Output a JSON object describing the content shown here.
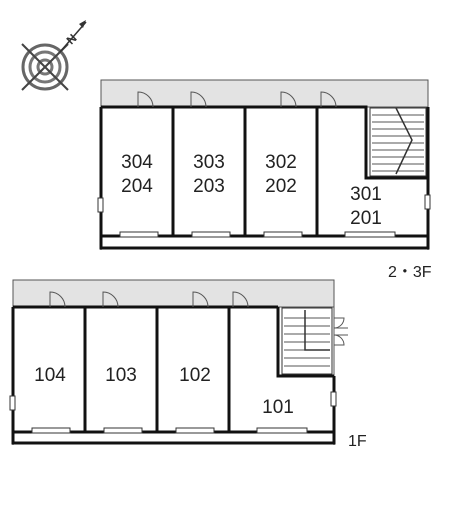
{
  "compass": {
    "letter": "N",
    "icon": "north-arrow-icon"
  },
  "upper_floor": {
    "label": "2・3F",
    "rooms": [
      {
        "top": "304",
        "bottom": "204"
      },
      {
        "top": "303",
        "bottom": "203"
      },
      {
        "top": "302",
        "bottom": "202"
      },
      {
        "top": "301",
        "bottom": "201"
      }
    ]
  },
  "ground_floor": {
    "label": "1F",
    "rooms": [
      "104",
      "103",
      "102",
      "101"
    ]
  }
}
